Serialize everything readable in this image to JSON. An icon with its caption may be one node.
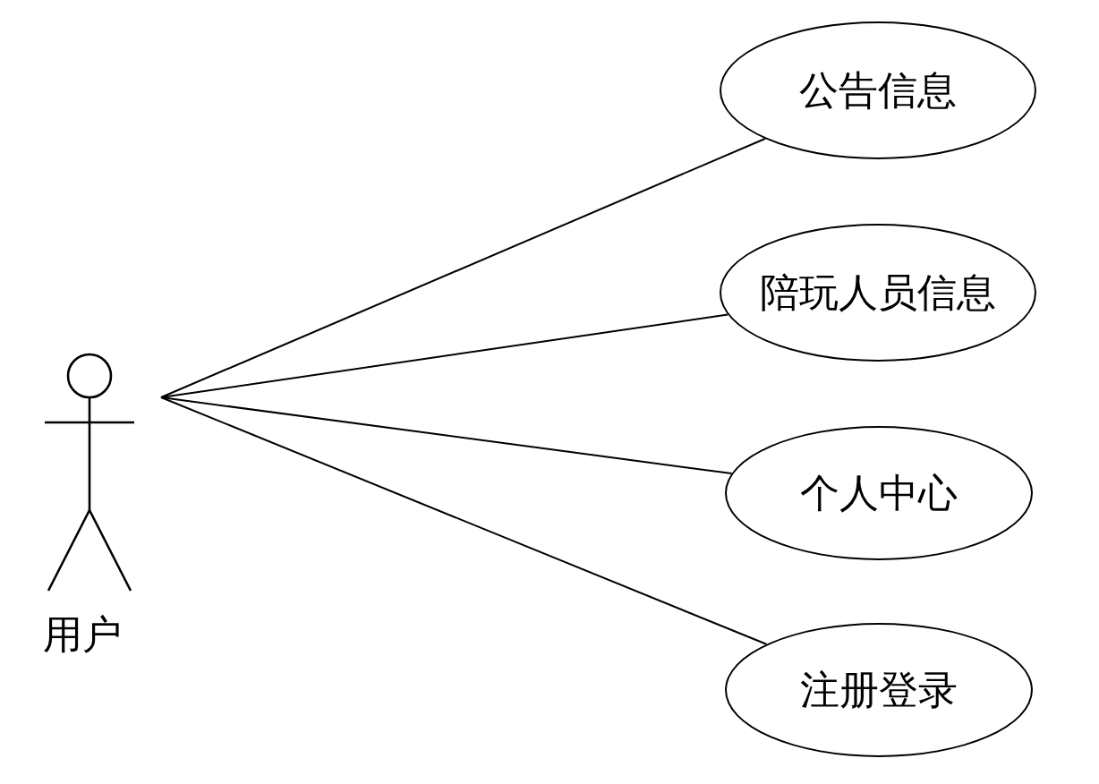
{
  "diagram": {
    "nodes": [
      {
        "text": [
          "用户"
        ]
      },
      {
        "text": [
          "公告信息"
        ]
      },
      {
        "text": [
          "陪玩人员信息"
        ]
      },
      {
        "text": [
          "个人中心"
        ]
      },
      {
        "text": [
          "注册登录"
        ]
      }
    ],
    "edges": [
      {
        "from": 0,
        "to": 1,
        "arrow": "none"
      },
      {
        "from": 0,
        "to": 2,
        "arrow": "none"
      },
      {
        "from": 0,
        "to": 3,
        "arrow": "none"
      },
      {
        "from": 0,
        "to": 4,
        "arrow": "none"
      }
    ]
  }
}
